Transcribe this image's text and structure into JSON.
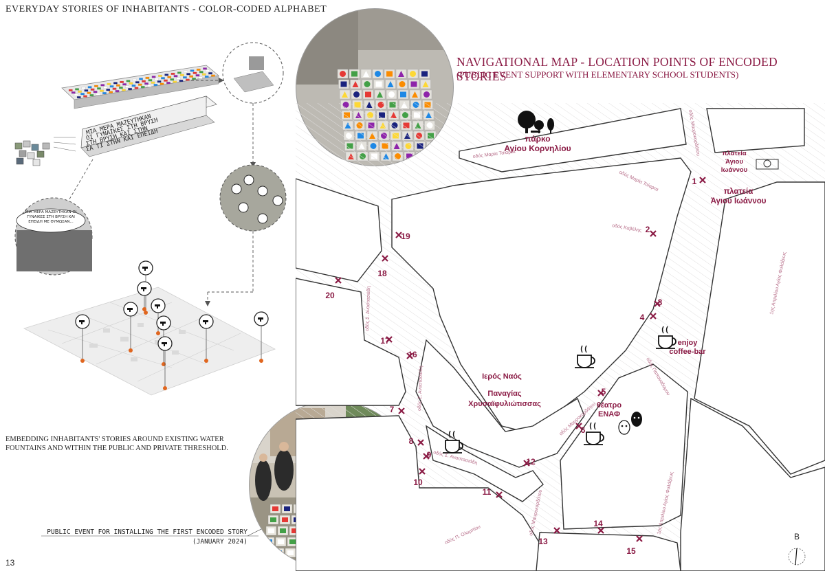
{
  "header": {
    "left_title": "EVERYDAY STORIES OF INHABITANTS - COLOR-CODED ALPHABET",
    "map_title": "NAVIGATIONAL MAP - LOCATION POINTS OF ENCODED STORIES",
    "map_subtitle": "(PUBLIC EVENT SUPPORT WITH ELEMENTARY SCHOOL STUDENTS)"
  },
  "captions": {
    "embed": "EMBEDDING INHABITANTS' STORIES AROUND EXISTING WATER FOUNTAINS AND WITHIN THE PUBLIC AND PRIVATE THRESHOLD.",
    "event": "PUBLIC EVENT FOR INSTALLING THE FIRST ENCODED STORY",
    "event_date": "(JANUARY 2024)",
    "speech_bubble": "ΜΙΑ ΜΕΡΑ ΜΑΖΕΥΤΗΚΑΝ ΟΙ ΓΥΝΑΙΚΕΣ ΣΤΗ ΒΡΥΣΗ ΚΑΙ ΕΠΕΙΔΗ ΜΕ ΘΥΜΩΣΑΝ...",
    "tile_row1": "ΜΙΑ ΜΕΡΑ ΜΑΖΕΥΤΗΚΑΝ",
    "tile_row2": "ΟΙ ΓΥΝΑΙΚΕΣ ΣΤΗ ΒΡΥΣΗ",
    "tile_row3": "ΣΤΗ ΒΡΥΣΗ ΚΑΙ ΣΤΗΝ",
    "tile_row4": "ΣΑ ΤΙ ΣΤΗΝ ΚΑΙ ΕΠΕΙΔΗ"
  },
  "page": {
    "number": "13"
  },
  "map": {
    "places": {
      "park_line1": "πάρκο",
      "park_line2": "Αγίου Κορνηλίου",
      "square_top_line1": "πλατεία",
      "square_top_line2": "Άγιου",
      "square_top_line3": "Ιωάννου",
      "square_line1": "πλατεία",
      "square_line2": "Άγιου Ιωάννου",
      "cafe_line1": "enjoy",
      "cafe_line2": "coffee-bar",
      "church_line1": "Ιερός Ναός",
      "church_line2": "Παναγίας",
      "church_line3": "Χρυσαϊφυλιώτισσας",
      "theatre_line1": "θέατρο",
      "theatre_line2": "ΕΝΑΦ"
    },
    "streets": {
      "maria_tsiarta_1": "οδός Μαρία Τσίαρτα",
      "maria_tsiarta_2": "οδός Μαρία Τσίαρτα",
      "mavrokordatou_top": "οδός Μαυροκορδάτου",
      "kavelis": "οδός Καβέλης",
      "anastasiadi_1": "οδός Σ. Αναστασιάδη",
      "anastasiadi_2": "οδός Σ. Αναστασιάδη",
      "anastasiadi_3": "οδός Σ. Αναστασιάδη",
      "papadiamantis": "οδός Παπαναδαμου",
      "mavrokordatou_mid": "οδός Μαυροκορδάτου",
      "mavrokordatou_low": "οδός Μαυροκορδάτου",
      "april_1": "1ης Απριλίου Αγίας Φυλάξεως",
      "april_2": "1ης Απριλίου Αγίας Φυλάξεως",
      "olympiou": "οδός Π. Ολυμπίου"
    },
    "points": [
      "1",
      "2",
      "3",
      "4",
      "5",
      "6",
      "7",
      "8",
      "9",
      "10",
      "11",
      "12",
      "13",
      "14",
      "15",
      "16",
      "17",
      "18",
      "19",
      "20"
    ],
    "north": "B"
  },
  "colors": {
    "accent": "#8a1a44",
    "street_label": "#b56a86",
    "fountain_dot": "#e0661f"
  }
}
